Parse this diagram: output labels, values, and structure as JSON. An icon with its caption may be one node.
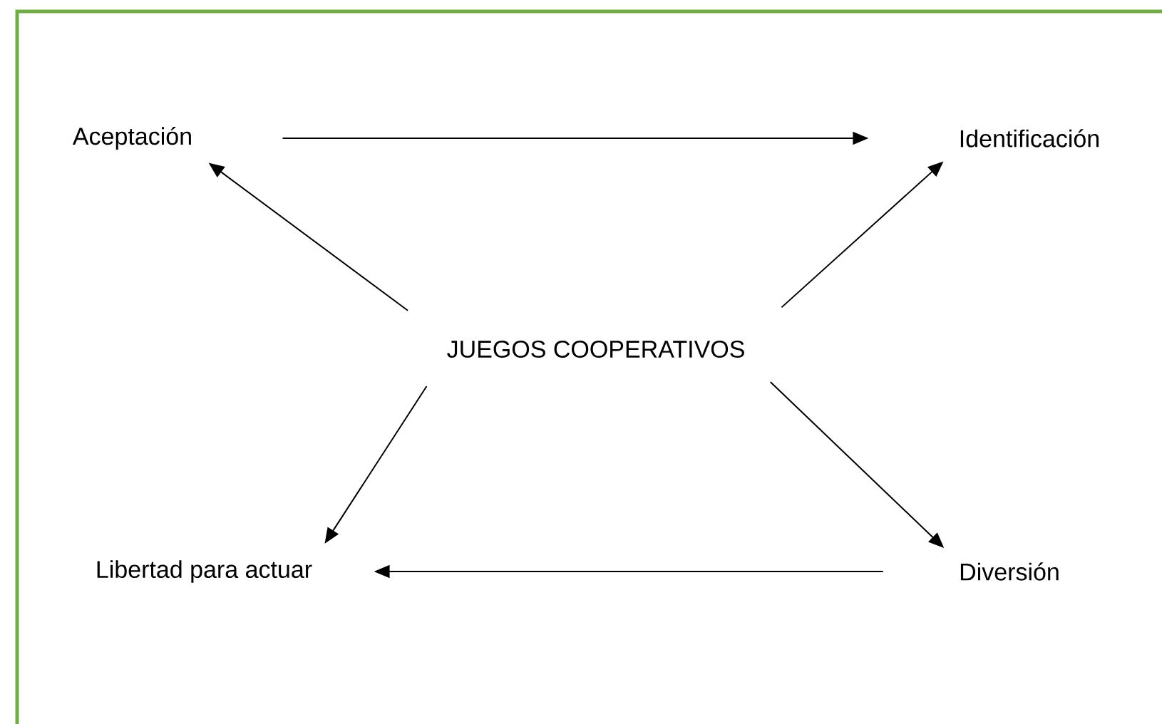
{
  "diagram": {
    "nodes": [
      {
        "text": [
          "JUEGOS COOPERATIVOS"
        ]
      },
      {
        "text": [
          "Aceptación"
        ]
      },
      {
        "text": [
          "Identificación"
        ]
      },
      {
        "text": [
          "Libertad para actuar"
        ]
      },
      {
        "text": [
          "Diversión"
        ]
      }
    ],
    "edges": [
      {
        "from": 0,
        "to": 1,
        "arrow": "to"
      },
      {
        "from": 0,
        "to": 2,
        "arrow": "to"
      },
      {
        "from": 0,
        "to": 3,
        "arrow": "to"
      },
      {
        "from": 0,
        "to": 4,
        "arrow": "to"
      },
      {
        "from": 1,
        "to": 2,
        "arrow": "to"
      },
      {
        "from": 4,
        "to": 3,
        "arrow": "to"
      }
    ]
  }
}
